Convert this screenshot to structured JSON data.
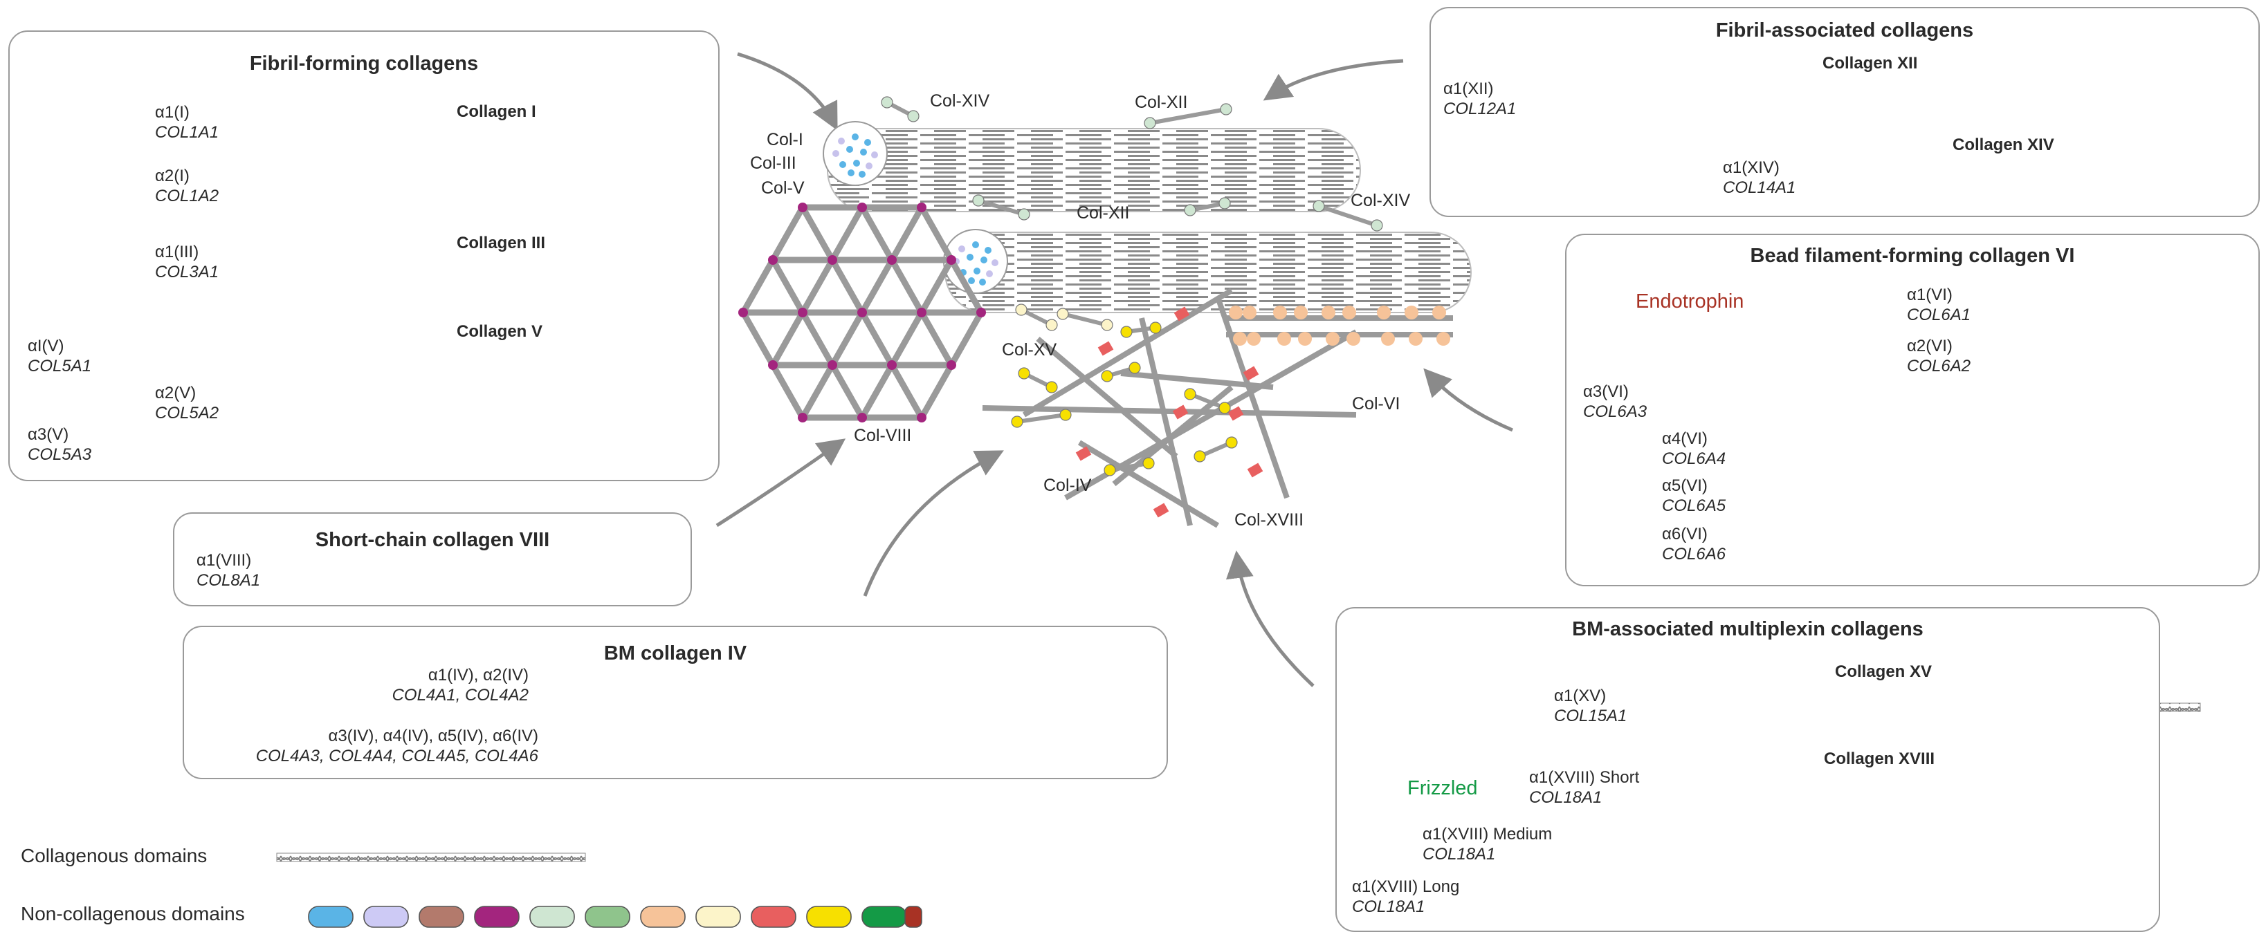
{
  "colors": {
    "col1": "#5ab4e6",
    "col3": "#cdcaf5",
    "col5": "#b37a6c",
    "col8": "#a3257e",
    "col12": "#cfe6d2",
    "col14": "#8fc48c",
    "col6": "#f6c399",
    "col15": "#fcf4c9",
    "col4": "#e85f5f",
    "col18": "#f7e000",
    "frizzled": "#149a46",
    "endotrophin": "#a83224",
    "stroke": "#555555",
    "arrow": "#8a8a8a"
  },
  "panels": {
    "fibril_forming": {
      "title": "Fibril-forming collagens",
      "collagens": [
        {
          "title": "Collagen I",
          "chains": [
            {
              "chain": "α1(I)",
              "gene": "COL1A1"
            },
            {
              "chain": "α2(I)",
              "gene": "COL1A2"
            }
          ]
        },
        {
          "title": "Collagen III",
          "chains": [
            {
              "chain": "α1(III)",
              "gene": "COL3A1"
            }
          ]
        },
        {
          "title": "Collagen V",
          "chains": [
            {
              "chain": "αI(V)",
              "gene": "COL5A1"
            },
            {
              "chain": "α2(V)",
              "gene": "COL5A2"
            },
            {
              "chain": "α3(V)",
              "gene": "COL5A3"
            }
          ]
        }
      ]
    },
    "short_chain": {
      "title": "Short-chain collagen VIII",
      "chains": [
        {
          "chain": "α1(VIII)",
          "gene": "COL8A1"
        }
      ]
    },
    "bm_collagen_iv": {
      "title": "BM collagen IV",
      "chains": [
        {
          "chain": "α1(IV), α2(IV)",
          "gene": "COL4A1, COL4A2"
        },
        {
          "chain": "α3(IV), α4(IV), α5(IV), α6(IV)",
          "gene": "COL4A3, COL4A4, COL4A5, COL4A6"
        }
      ]
    },
    "fibril_associated": {
      "title": "Fibril-associated collagens",
      "collagens": [
        {
          "title": "Collagen XII",
          "chains": [
            {
              "chain": "α1(XII)",
              "gene": "COL12A1"
            }
          ]
        },
        {
          "title": "Collagen XIV",
          "chains": [
            {
              "chain": "α1(XIV)",
              "gene": "COL14A1"
            }
          ]
        }
      ]
    },
    "bead_filament": {
      "title": "Bead filament-forming collagen VI",
      "endotrophin_label": "Endotrophin",
      "chains": [
        {
          "chain": "α1(VI)",
          "gene": "COL6A1"
        },
        {
          "chain": "α2(VI)",
          "gene": "COL6A2"
        },
        {
          "chain": "α3(VI)",
          "gene": "COL6A3"
        },
        {
          "chain": "α4(VI)",
          "gene": "COL6A4"
        },
        {
          "chain": "α5(VI)",
          "gene": "COL6A5"
        },
        {
          "chain": "α6(VI)",
          "gene": "COL6A6"
        }
      ]
    },
    "multiplexin": {
      "title": "BM-associated multiplexin collagens",
      "frizzled_label": "Frizzled",
      "collagens": [
        {
          "title": "Collagen XV",
          "chains": [
            {
              "chain": "α1(XV)",
              "gene": "COL15A1"
            }
          ]
        },
        {
          "title": "Collagen XVIII",
          "chains": [
            {
              "chain": "α1(XVIII) Short",
              "gene": "COL18A1"
            },
            {
              "chain": "α1(XVIII) Medium",
              "gene": "COL18A1"
            },
            {
              "chain": "α1(XVIII) Long",
              "gene": "COL18A1"
            }
          ]
        }
      ]
    }
  },
  "center_labels": {
    "col_i": "Col-I",
    "col_iii": "Col-III",
    "col_v": "Col-V",
    "col_xiv_top": "Col-XIV",
    "col_xii_top": "Col-XII",
    "col_xii_mid": "Col-XII",
    "col_xiv_right": "Col-XIV",
    "col_xv": "Col-XV",
    "col_vi": "Col-VI",
    "col_viii": "Col-VIII",
    "col_iv": "Col-IV",
    "col_xviii": "Col-XVIII"
  },
  "legend": {
    "collagenous": "Collagenous domains",
    "non_collagenous": "Non-collagenous domains"
  }
}
